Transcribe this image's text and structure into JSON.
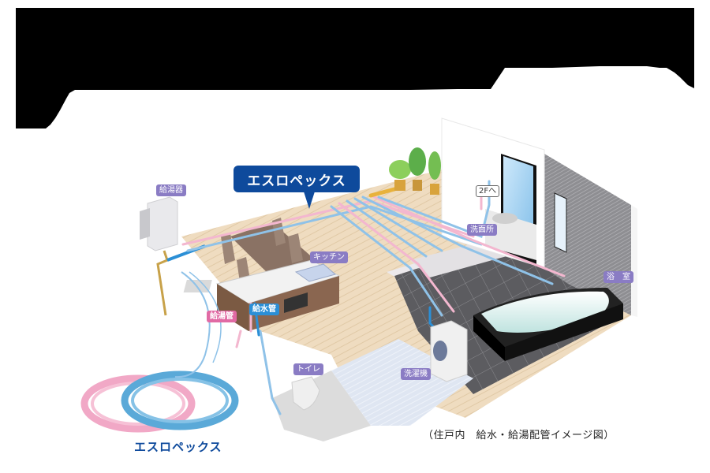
{
  "diagram": {
    "title_redacted": true,
    "callout": {
      "text": "エスロペックス",
      "color": "#0e4a9c"
    },
    "labels": {
      "water_heater": "給湯器",
      "kitchen": "キッチン",
      "hot_water_pipe": "給湯管",
      "cold_water_pipe": "給水管",
      "to_2f": "2Fへ",
      "washroom": "洗面所",
      "bathroom": "浴　室",
      "toilet": "トイレ",
      "washing_machine": "洗濯機"
    },
    "product_logo": "エスロペックス",
    "caption": "（住戸内　給水・給湯配管イメージ図）",
    "colors": {
      "label_purple": "#8a7cc4",
      "hot_pipe_pink": "#e16aa4",
      "cold_pipe_blue": "#2b8fd6",
      "floor_wood": "#ecd9bd",
      "tile_gray": "#5f5f63",
      "brand_blue": "#0e4a9c"
    }
  }
}
